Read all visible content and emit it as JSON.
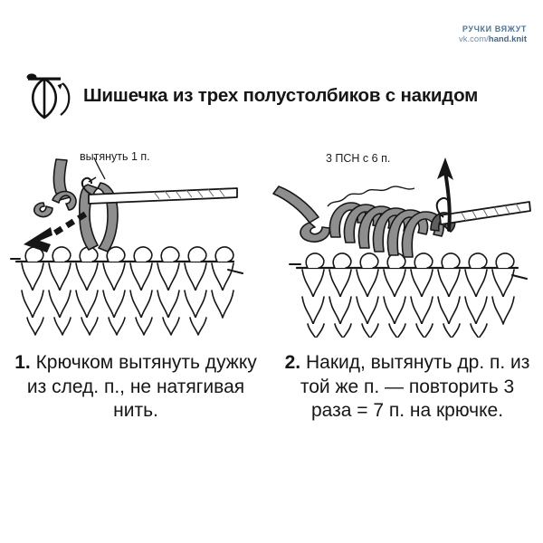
{
  "brand": {
    "name": "РУЧКИ ВЯЖУТ",
    "url_prefix": "vk.com/",
    "url_handle": "hand.knit",
    "color": "#5b7fa6"
  },
  "header": {
    "title": "Шишечка из трех полустолбиков с накидом",
    "symbol_name": "bobble-stitch-symbol"
  },
  "panels": [
    {
      "id": "step-1",
      "label": "вытянуть 1 п.",
      "diagram_name": "crochet-diagram-draw-up-loop"
    },
    {
      "id": "step-2",
      "label": "3 ПСН с 6 п.",
      "diagram_name": "crochet-diagram-three-hdc-cluster"
    }
  ],
  "captions": [
    {
      "number": "1.",
      "text": "Крючком вытянуть дужку из след. п., не натягивая нить."
    },
    {
      "number": "2.",
      "text": "Накид, вытянуть др. п. из той же п. — повторить 3 раза = 7 п. на крючке."
    }
  ],
  "colors": {
    "background": "#ffffff",
    "ink": "#161616",
    "yarn_gray": "#8e8e8e",
    "yarn_gray_dark": "#5f5f5f",
    "fabric_fill": "#ffffff",
    "brand_blue": "#5b7fa6"
  }
}
